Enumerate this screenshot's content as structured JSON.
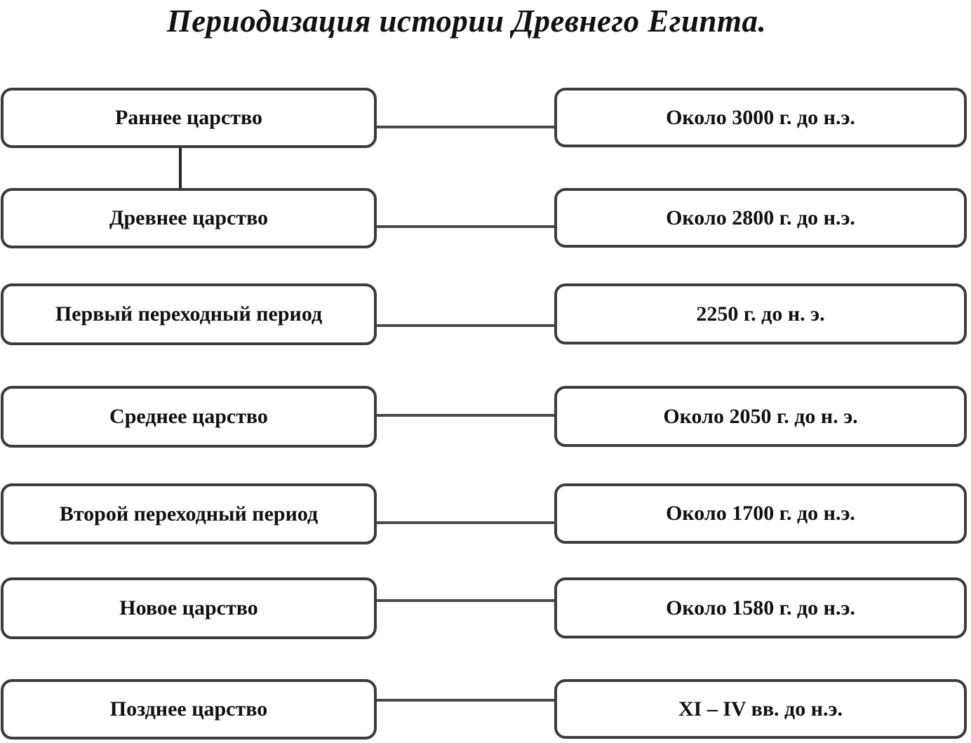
{
  "title": "Периодизация истории Древнего Египта.",
  "rows": [
    {
      "period": "Раннее царство",
      "date": "Около 3000 г. до н.э."
    },
    {
      "period": "Древнее царство",
      "date": "Около 2800 г. до н.э."
    },
    {
      "period": "Первый переходный период",
      "date": "2250 г. до н. э."
    },
    {
      "period": "Среднее царство",
      "date": "Около 2050 г. до н. э."
    },
    {
      "period": "Второй переходный период",
      "date": "Около 1700 г. до н.э."
    },
    {
      "period": "Новое царство",
      "date": "Около 1580 г. до н.э."
    },
    {
      "period": "Позднее царство",
      "date": "XI – IV вв. до н.э."
    }
  ],
  "connections": {
    "vertical_link": "Раннее царство → Древнее царство"
  },
  "colors": {
    "background": "#ffffff",
    "box_border": "#3c3c3c",
    "connector": "#4a4a4a",
    "text": "#111111"
  }
}
